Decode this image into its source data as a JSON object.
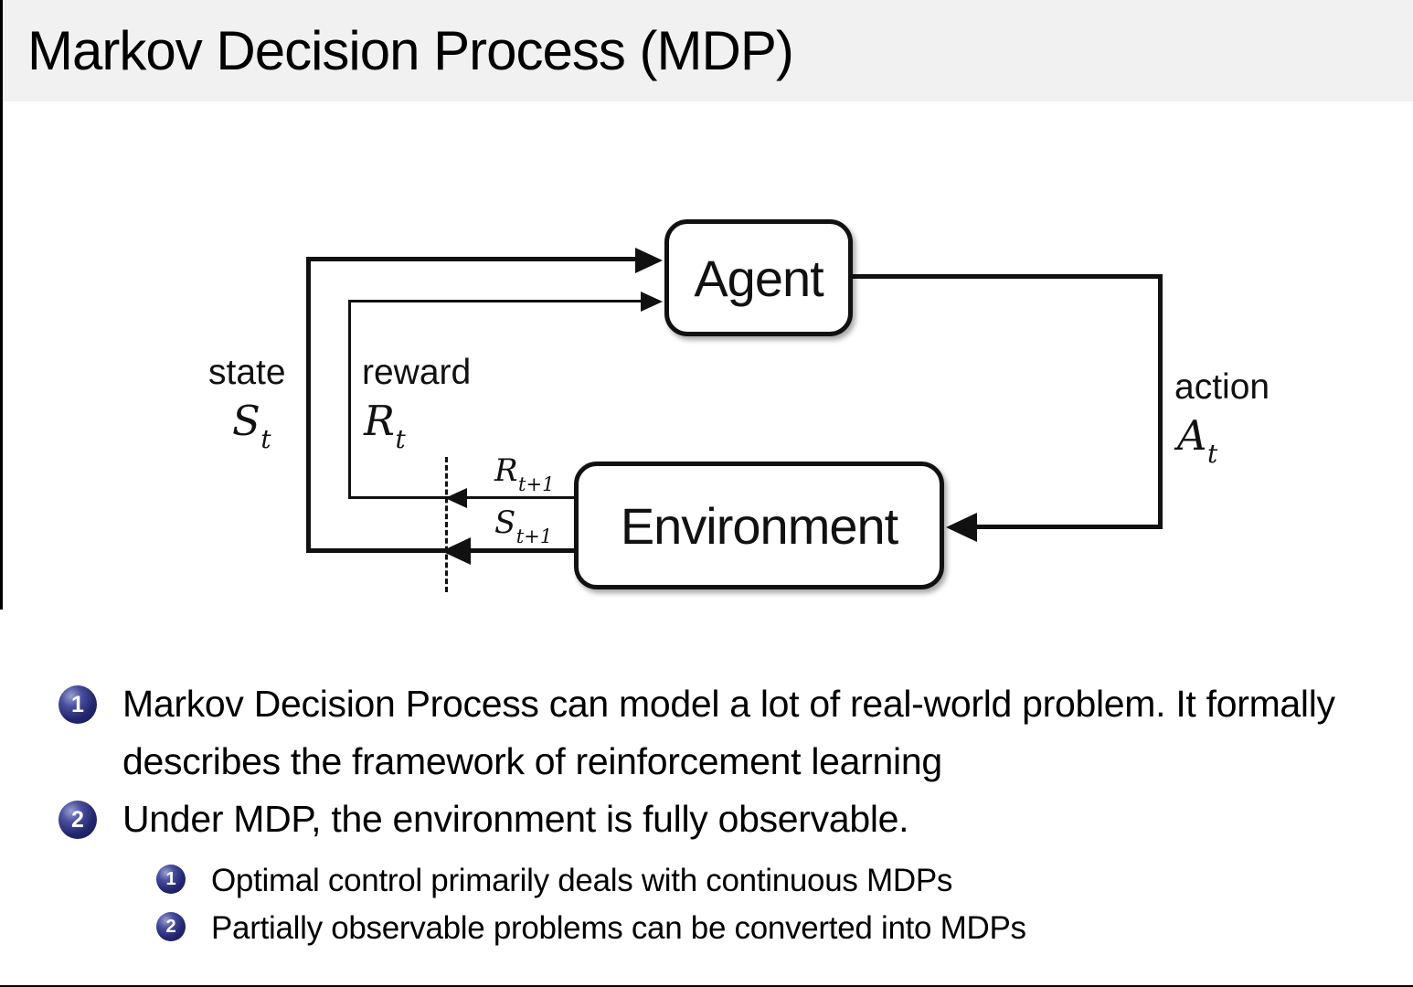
{
  "title": "Markov Decision Process (MDP)",
  "diagram": {
    "agent": "Agent",
    "environment": "Environment",
    "state": {
      "label": "state",
      "sym": "S",
      "sub": "t"
    },
    "reward": {
      "label": "reward",
      "sym": "R",
      "sub": "t"
    },
    "next_reward": {
      "sym": "R",
      "sub": "t+1"
    },
    "next_state": {
      "sym": "S",
      "sub": "t+1"
    },
    "action": {
      "label": "action",
      "sym": "A",
      "sub": "t"
    }
  },
  "bullets": {
    "item1": {
      "num": "1",
      "text": "Markov Decision Process can model a lot of real-world problem. It formally describes the framework of reinforcement learning"
    },
    "item2": {
      "num": "2",
      "text": "Under MDP, the environment is fully observable."
    },
    "sub1": {
      "num": "1",
      "text": "Optimal control primarily deals with continuous MDPs"
    },
    "sub2": {
      "num": "2",
      "text": "Partially observable problems can be converted into MDPs"
    }
  },
  "colors": {
    "title_band_bg": "#f1f1f1",
    "ink": "#111111",
    "ball_navy": "#23266e",
    "background": "#ffffff"
  }
}
